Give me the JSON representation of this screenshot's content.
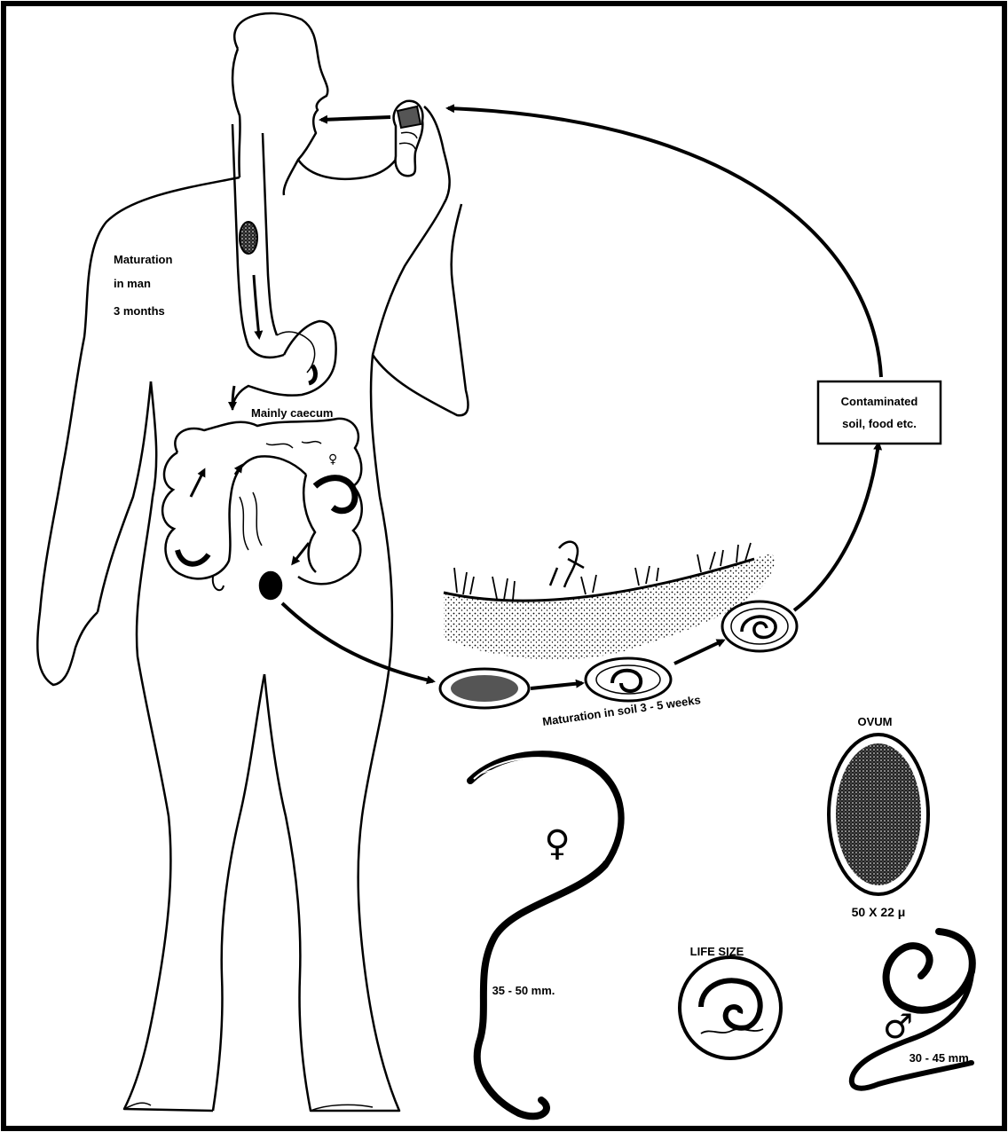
{
  "labels": {
    "maturation_man": [
      "Maturation",
      "in man",
      "3 months"
    ],
    "mainly_caecum": "Mainly caecum",
    "box_lines": [
      "Contaminated",
      "soil, food etc."
    ],
    "maturation_soil": "Maturation in soil 3 - 5 weeks",
    "ovum": "OVUM",
    "ovum_size": "50 X 22 μ",
    "life_size": "LIFE SIZE",
    "female_length": "35 - 50 mm.",
    "male_length": "30 - 45 mm.",
    "female_symbol": "♀",
    "male_symbol": "♂"
  },
  "colors": {
    "ink": "#000000",
    "paper": "#ffffff"
  }
}
